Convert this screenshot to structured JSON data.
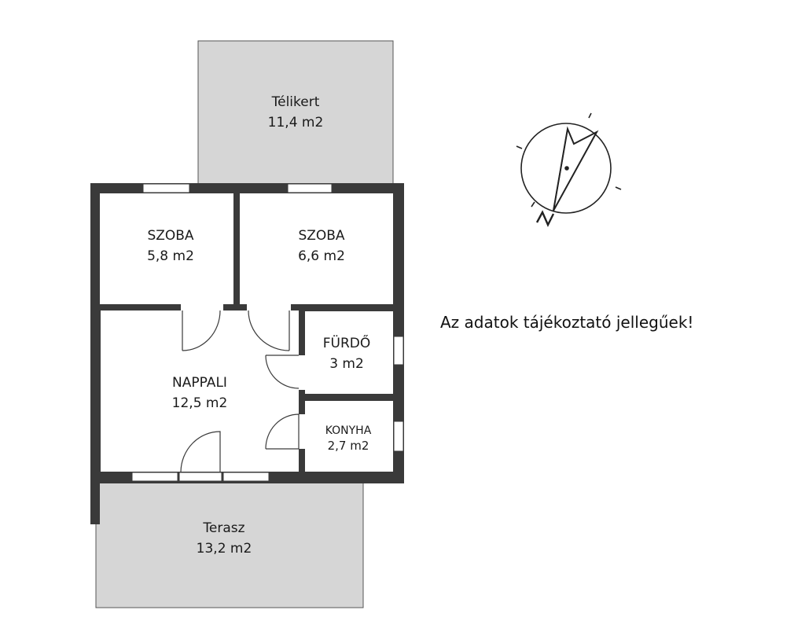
{
  "rooms": {
    "telikert": {
      "name": "Télikert",
      "area": "11,4 m2"
    },
    "szoba_1": {
      "name": "SZOBA",
      "area": "5,8 m2"
    },
    "szoba_2": {
      "name": "SZOBA",
      "area": "6,6 m2"
    },
    "furdo": {
      "name": "FÜRDŐ",
      "area": "3 m2"
    },
    "nappali": {
      "name": "NAPPALI",
      "area": "12,5 m2"
    },
    "konyha": {
      "name": "KONYHA",
      "area": "2,7 m2"
    },
    "terasz": {
      "name": "Terasz",
      "area": "13,2 m2"
    }
  },
  "compass": {
    "label": "N",
    "icon": "north-arrow-icon"
  },
  "note": "Az adatok tájékoztató jellegűek!",
  "colors": {
    "wall": "#3a3a3a",
    "outdoor_fill": "#d6d6d6",
    "room_fill": "#ffffff"
  }
}
